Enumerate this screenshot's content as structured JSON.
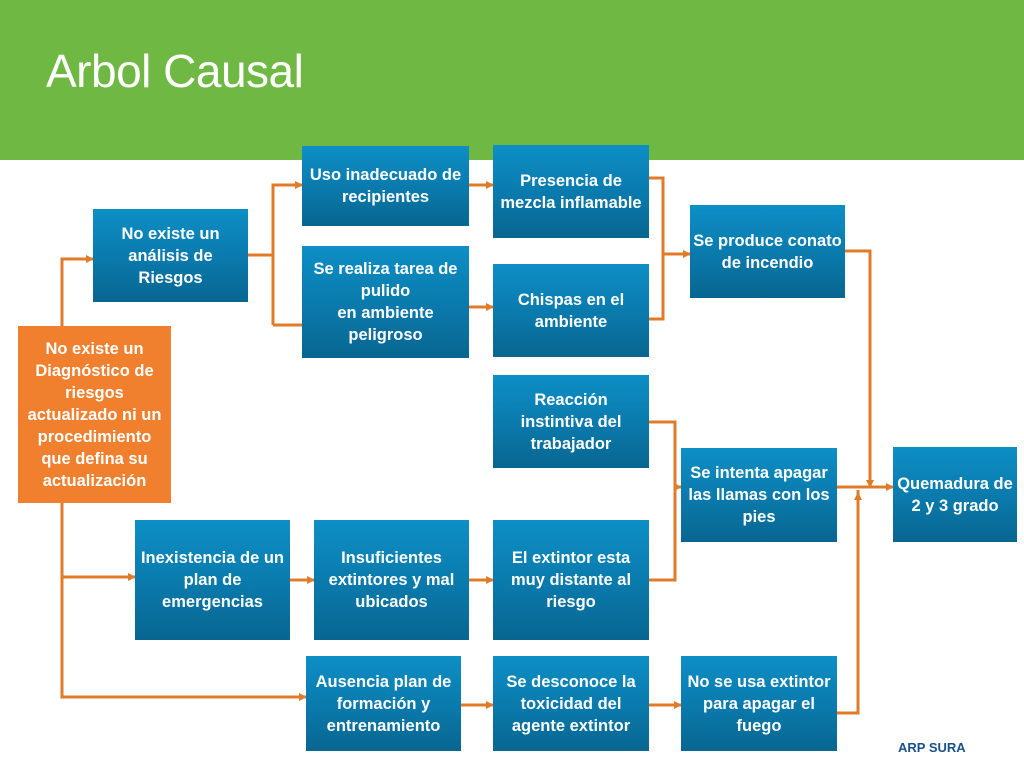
{
  "title": "Arbol Causal",
  "brand": "ARP SURA",
  "colors": {
    "header_green": "#6fb844",
    "node_blue": "#0a79ab",
    "root_orange": "#f07f2e",
    "connector_orange": "#e07b2a"
  },
  "nodes": {
    "root": "No existe un Diagnóstico de riesgos actualizado ni un procedimiento que defina su actualización",
    "no_analisis": "No existe un análisis de Riesgos",
    "uso_inadecuado": "Uso inadecuado de recipientes",
    "tarea_pulido": "Se realiza tarea de pulido\nen ambiente peligroso",
    "mezcla_inflamable": "Presencia de mezcla inflamable",
    "chispas": "Chispas en el ambiente",
    "conato": "Se  produce conato de incendio",
    "reaccion": "Reacción instintiva del trabajador",
    "apagar_pies": "Se intenta apagar las llamas con los pies",
    "quemadura": "Quemadura de 2 y 3 grado",
    "plan_emergencias": "Inexistencia de un plan de emergencias",
    "extintores": "Insuficientes extintores y mal ubicados",
    "extintor_distante": "El extintor esta muy distante al riesgo",
    "plan_formacion": "Ausencia plan de formación y entrenamiento",
    "toxicidad": "Se desconoce la toxicidad del agente extintor",
    "no_extintor": "No se usa extintor para apagar el fuego"
  }
}
